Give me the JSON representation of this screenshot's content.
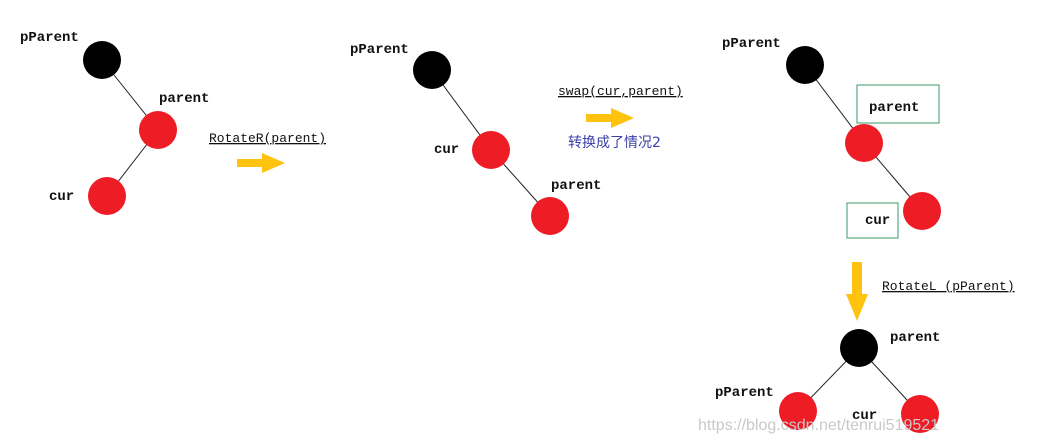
{
  "colors": {
    "black_node": "#000000",
    "red_node": "#ee1c25",
    "arrow": "#ffc20e",
    "box": "#3a9a6a",
    "note_text": "#3b3fa8"
  },
  "step1": {
    "pparent": "pParent",
    "parent": "parent",
    "cur": "cur"
  },
  "op1": "RotateR(parent)",
  "step2": {
    "pparent": "pParent",
    "cur": "cur",
    "parent": "parent"
  },
  "op2": "swap(cur,parent)",
  "note2": "转换成了情况2",
  "step3": {
    "pparent": "pParent",
    "parent": "parent",
    "cur": "cur"
  },
  "op3": "RotateL (pParent)",
  "step4": {
    "parent": "parent",
    "pparent": "pParent",
    "cur": "cur"
  },
  "watermark": "https://blog.csdn.net/tenrui519521"
}
